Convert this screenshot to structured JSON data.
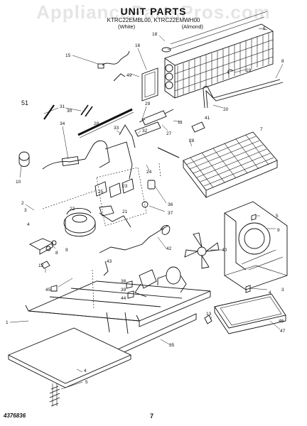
{
  "header": {
    "watermark": "AppliancePartsPros.com",
    "title": "UNIT PARTS",
    "model": "KTRC22EMBL00, KTRC22EMWH00",
    "legend": [
      "(White)",
      "(Almond)"
    ]
  },
  "callouts": [
    "1",
    "2",
    "3",
    "4",
    "5",
    "6",
    "7",
    "8",
    "9",
    "10",
    "11",
    "12",
    "13",
    "14",
    "15",
    "16",
    "18",
    "19",
    "20",
    "21",
    "22",
    "23",
    "24",
    "25",
    "26",
    "27",
    "28",
    "29",
    "30",
    "31",
    "32",
    "33",
    "34",
    "35",
    "36",
    "37",
    "38",
    "39",
    "40",
    "41",
    "42",
    "43",
    "44",
    "45",
    "46",
    "47",
    "48",
    "49",
    "51"
  ],
  "footer": {
    "part_number": "4376836",
    "page_number": "7"
  }
}
